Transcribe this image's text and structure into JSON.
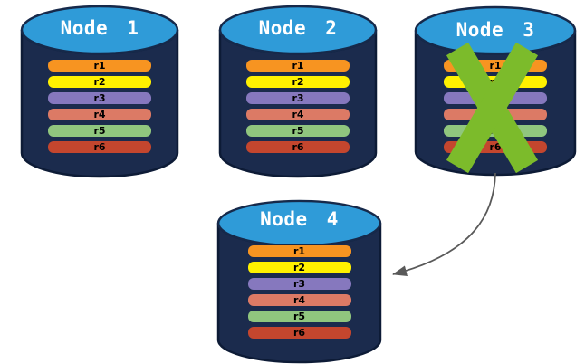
{
  "diagram": {
    "colors": {
      "background": "#FFFFFF",
      "cylinder_body": "#1B2B4D",
      "cylinder_outline": "#0D1B36",
      "cylinder_top": "#2F9BD8",
      "cylinder_top_outline": "#16294A",
      "title_text": "#FFFFFF",
      "record_text": "#000000",
      "cross": "#7CBB2B",
      "arrow": "#595959"
    },
    "nodes": [
      {
        "id": "node-1",
        "label": "Node 1",
        "crossed_out": false,
        "records": [
          {
            "label": "r1",
            "color": "#F79421"
          },
          {
            "label": "r2",
            "color": "#FFF100"
          },
          {
            "label": "r3",
            "color": "#8678BE"
          },
          {
            "label": "r4",
            "color": "#DC7A65"
          },
          {
            "label": "r5",
            "color": "#90C67E"
          },
          {
            "label": "r6",
            "color": "#C4462E"
          }
        ]
      },
      {
        "id": "node-2",
        "label": "Node 2",
        "crossed_out": false,
        "records": [
          {
            "label": "r1",
            "color": "#F79421"
          },
          {
            "label": "r2",
            "color": "#FFF100"
          },
          {
            "label": "r3",
            "color": "#8678BE"
          },
          {
            "label": "r4",
            "color": "#DC7A65"
          },
          {
            "label": "r5",
            "color": "#90C67E"
          },
          {
            "label": "r6",
            "color": "#C4462E"
          }
        ]
      },
      {
        "id": "node-3",
        "label": "Node 3",
        "crossed_out": true,
        "records": [
          {
            "label": "r1",
            "color": "#F79421"
          },
          {
            "label": "r2",
            "color": "#FFF100"
          },
          {
            "label": "r3",
            "color": "#8678BE"
          },
          {
            "label": "r4",
            "color": "#DC7A65"
          },
          {
            "label": "r5",
            "color": "#90C67E"
          },
          {
            "label": "r6",
            "color": "#C4462E"
          }
        ]
      },
      {
        "id": "node-4",
        "label": "Node 4",
        "crossed_out": false,
        "records": [
          {
            "label": "r1",
            "color": "#F79421"
          },
          {
            "label": "r2",
            "color": "#FFF100"
          },
          {
            "label": "r3",
            "color": "#8678BE"
          },
          {
            "label": "r4",
            "color": "#DC7A65"
          },
          {
            "label": "r5",
            "color": "#90C67E"
          },
          {
            "label": "r6",
            "color": "#C4462E"
          }
        ]
      }
    ],
    "arrow": {
      "from": "node-3",
      "to": "node-4"
    }
  }
}
